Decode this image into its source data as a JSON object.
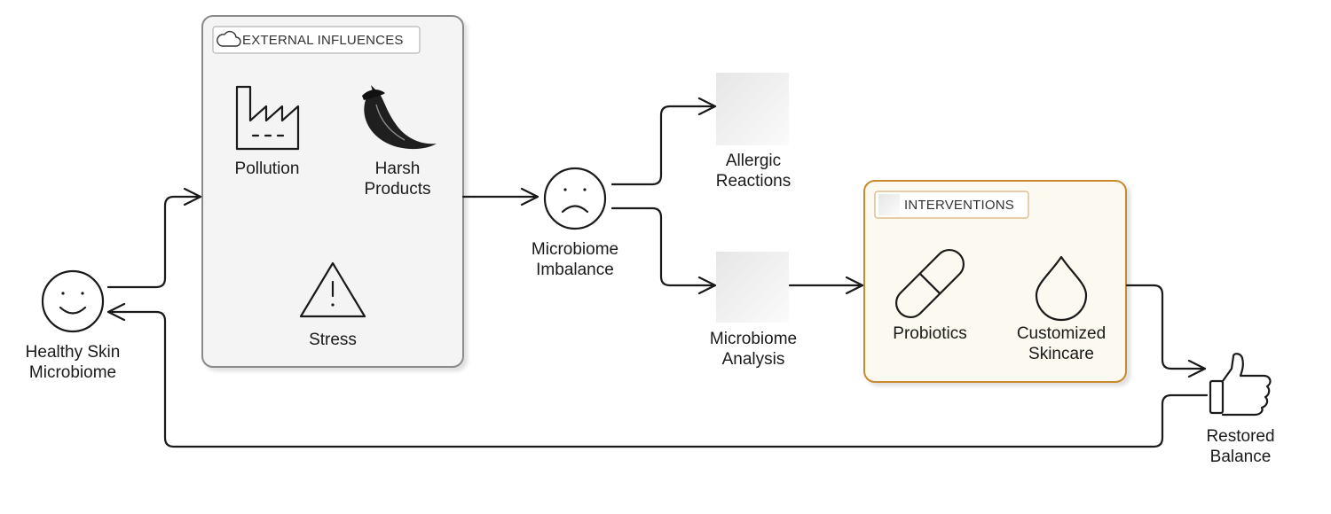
{
  "groups": {
    "external": {
      "title": "EXTERNAL INFLUENCES",
      "icon": "cloud-icon",
      "border_color": "#8a8a8a",
      "fill_color": "#f4f4f4"
    },
    "interventions": {
      "title": "INTERVENTIONS",
      "icon": "image-placeholder-icon",
      "border_color": "#c98a2e",
      "fill_color": "#fcf9f1"
    }
  },
  "nodes": {
    "healthy": {
      "line1": "Healthy Skin",
      "line2": "Microbiome",
      "icon": "smiley-face-icon"
    },
    "pollution": {
      "line1": "Pollution",
      "icon": "factory-icon"
    },
    "harsh": {
      "line1": "Harsh",
      "line2": "Products",
      "icon": "pepper-icon"
    },
    "stress": {
      "line1": "Stress",
      "icon": "warning-triangle-icon"
    },
    "imbalance": {
      "line1": "Microbiome",
      "line2": "Imbalance",
      "icon": "sad-face-icon"
    },
    "allergic": {
      "line1": "Allergic",
      "line2": "Reactions",
      "icon": "image-placeholder-icon"
    },
    "analysis": {
      "line1": "Microbiome",
      "line2": "Analysis",
      "icon": "image-placeholder-icon"
    },
    "probiotics": {
      "line1": "Probiotics",
      "icon": "capsule-icon"
    },
    "skincare": {
      "line1": "Customized",
      "line2": "Skincare",
      "icon": "droplet-icon"
    },
    "restored": {
      "line1": "Restored",
      "line2": "Balance",
      "icon": "thumbs-up-icon"
    }
  }
}
